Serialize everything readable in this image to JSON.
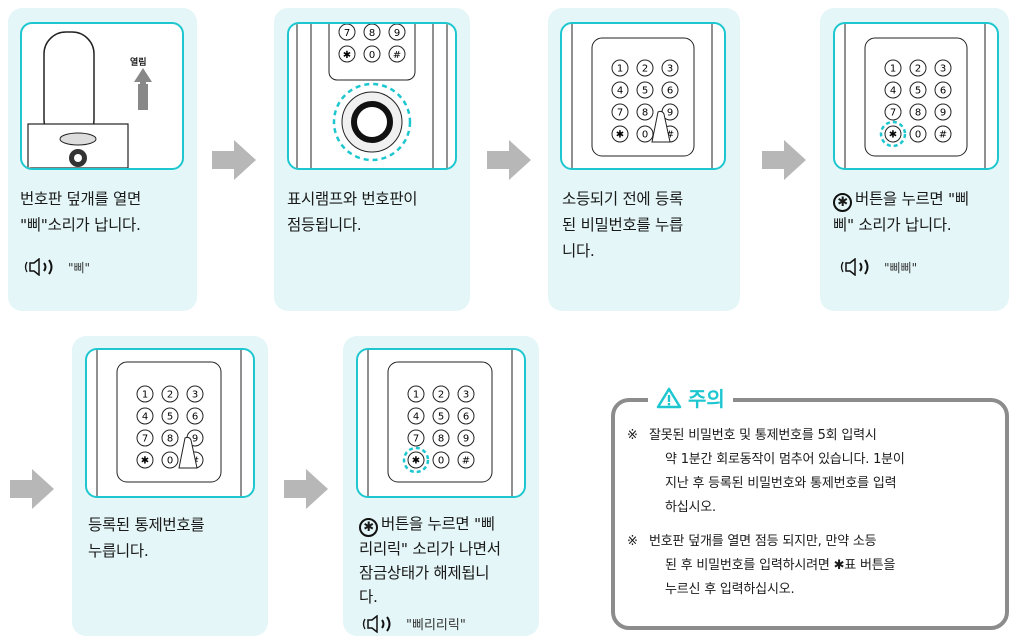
{
  "steps": [
    {
      "lines": [
        "번호판 덮개를 열면",
        "\"삐\"소리가 납니다."
      ],
      "sound": "\"삐\"",
      "image_label": "열림"
    },
    {
      "lines": [
        "표시램프와 번호판이",
        "점등됩니다."
      ]
    },
    {
      "lines": [
        "소등되기 전에 등록",
        "된 비밀번호를 누릅",
        "니다."
      ]
    },
    {
      "lines": [
        "버튼을 누르면 \"삐",
        "삐\" 소리가 납니다."
      ],
      "sound": "\"삐삐\""
    },
    {
      "lines": [
        "등록된 통제번호를",
        "누릅니다."
      ]
    },
    {
      "lines": [
        "버튼을 누르면 \"삐",
        "리리릭\" 소리가 나면서",
        "잠금상태가 해제됩니",
        "다."
      ],
      "sound": "\"삐리리릭\""
    }
  ],
  "keypad": {
    "keys": [
      "1",
      "2",
      "3",
      "4",
      "5",
      "6",
      "7",
      "8",
      "9",
      "✱",
      "0",
      "#"
    ]
  },
  "caution": {
    "title": "주의",
    "items": [
      {
        "mark": "※",
        "lines": [
          "잘못된 비밀번호 및 통제번호를 5회 입력시",
          "약 1분간 회로동작이 멈추어 있습니다. 1분이",
          "지난 후 등록된 비밀번호와 통제번호를 입력",
          "하십시오."
        ]
      },
      {
        "mark": "※",
        "lines": [
          "번호판 덮개를 열면 점등 되지만, 만약 소등",
          "된 후 비밀번호를 입력하시려면 ✱표 버튼을",
          "누르신 후 입력하십시오."
        ]
      }
    ]
  },
  "colors": {
    "accent": "#1ec7cf",
    "card": "#e4f6f7",
    "arrow": "#b7b7b7",
    "border": "#8c8c8c"
  }
}
